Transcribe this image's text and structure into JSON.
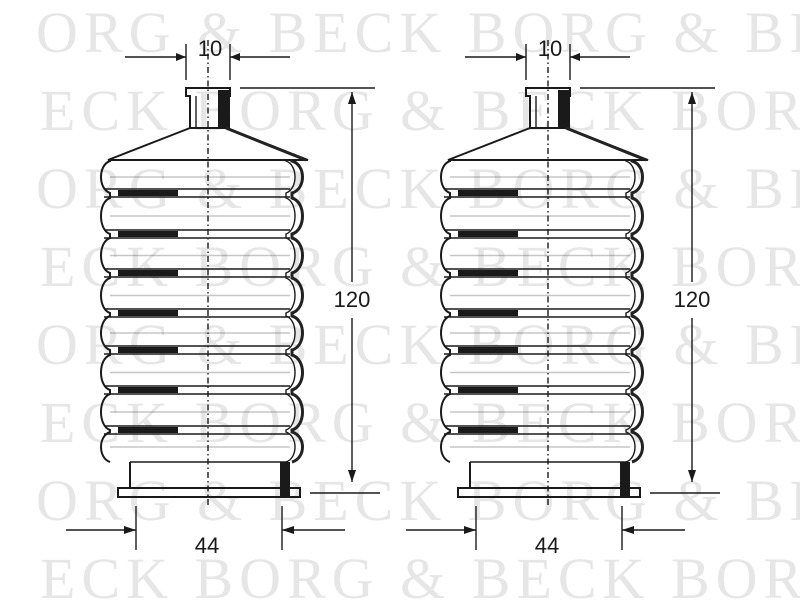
{
  "watermark": {
    "rows": [
      "ORG & BECK BORG & BECK",
      "ECK BORG & BECK BOR",
      "ORG & BECK BORG & BECK",
      "ECK BORG & BECK BOR",
      "ORG & BECK BORG & BECK",
      "ECK BORG & BECK BOR",
      "ORG & BECK BORG & BECK",
      "ECK BORG & BECK BOR"
    ]
  },
  "boots": [
    {
      "id": "left",
      "dim_top": "10",
      "dim_height": "120",
      "dim_bottom": "44"
    },
    {
      "id": "right",
      "dim_top": "10",
      "dim_height": "120",
      "dim_bottom": "44"
    }
  ]
}
